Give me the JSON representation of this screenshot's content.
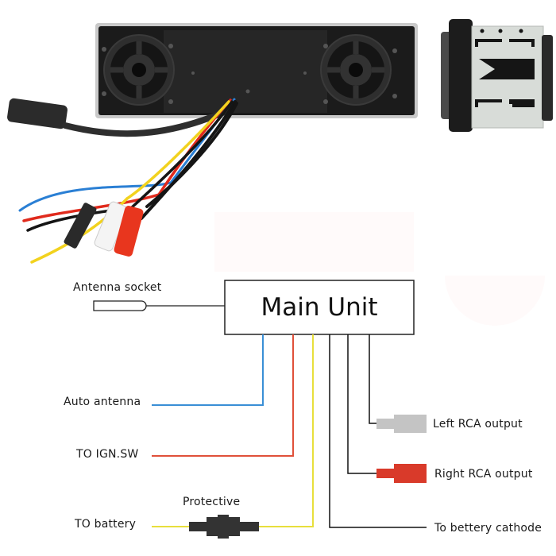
{
  "diagram": {
    "title": "Main Unit",
    "labels": {
      "antenna_socket": "Antenna socket",
      "auto_antenna": "Auto antenna",
      "ign_sw": "TO IGN.SW",
      "battery": "TO battery",
      "fuse": "Protective",
      "left_rca": "Left RCA output",
      "right_rca": "Right RCA output",
      "cathode": "To bettery cathode"
    },
    "wires": [
      {
        "name": "auto-antenna",
        "color": "#3a8fd6"
      },
      {
        "name": "ign-sw",
        "color": "#e0503a"
      },
      {
        "name": "battery",
        "color": "#e8df3c"
      },
      {
        "name": "cathode",
        "color": "#111111"
      },
      {
        "name": "right-rca",
        "color": "#111111"
      },
      {
        "name": "left-rca",
        "color": "#111111"
      }
    ],
    "connector_colors": {
      "left_rca": "#c4c4c4",
      "right_rca": "#d93a2a",
      "fuse": "#333333"
    }
  },
  "product": {
    "description": "Car stereo rear view with wiring harness and side view",
    "harness_wire_colors": [
      "#2a7fd4",
      "#e02a1c",
      "#f2d21e",
      "#111111",
      "#ffffff"
    ]
  }
}
